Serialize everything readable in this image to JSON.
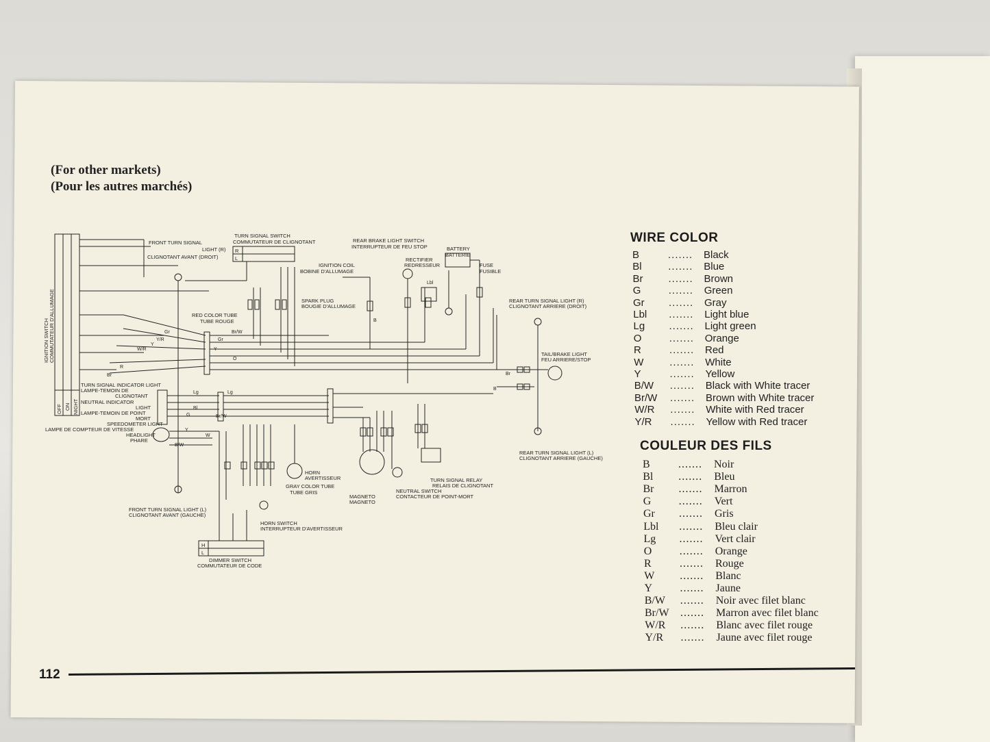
{
  "page": {
    "headline_en": "(For other markets)",
    "headline_fr": "(Pour les autres marchés)",
    "page_number": "112"
  },
  "colors": {
    "paper": "#f3f0e2",
    "ink": "#1e1e1e",
    "line": "#222222"
  },
  "diagram": {
    "labels": {
      "front_turn_r": "FRONT TURN SIGNAL",
      "front_turn_r2": "LIGHT (R)",
      "front_turn_r_fr": "CLIGNOTANT AVANT (DROIT)",
      "turn_switch": "TURN SIGNAL SWITCH",
      "turn_switch_fr": "COMMUTATEUR DE CLIGNOTANT",
      "rear_brake_switch": "REAR BRAKE LIGHT SWITCH",
      "rear_brake_switch_fr": "INTERRUPTEUR DE FEU STOP",
      "battery": "BATTERY",
      "battery_fr": "BATTERIE",
      "rectifier": "RECTIFIER",
      "rectifier_fr": "REDRESSEUR",
      "fuse": "FUSE",
      "fuse_fr": "FUSIBLE",
      "ignition_coil": "IGNITION COIL",
      "ignition_coil_fr": "BOBINE D'ALLUMAGE",
      "spark_plug": "SPARK PLUG",
      "spark_plug_fr": "BOUGIE D'ALLUMAGE",
      "red_tube": "RED COLOR TUBE",
      "red_tube_fr": "TUBE ROUGE",
      "rear_turn_r": "REAR TURN SIGNAL LIGHT (R)",
      "rear_turn_r_fr": "CLIGNOTANT ARRIERE (DROIT)",
      "tail_light": "TAIL/BRAKE LIGHT",
      "tail_light_fr": "FEU ARRIERE/STOP",
      "ignition_switch": "IGNITION SWITCH",
      "ignition_switch_fr": "COMMUTATEUR D'ALLUMAGE",
      "off": "OFF",
      "on": "ON",
      "night": "NIGHT",
      "turn_indicator": "TURN SIGNAL INDICATOR LIGHT",
      "turn_indicator_fr1": "LAMPE-TEMOIN DE",
      "turn_indicator_fr2": "CLIGNOTANT",
      "neutral_indicator": "NEUTRAL INDICATOR",
      "neutral_indicator2": "LIGHT",
      "neutral_indicator_fr1": "LAMPE-TEMOIN DE POINT",
      "neutral_indicator_fr2": "MORT",
      "speedometer_light": "SPEEDOMETER LIGHT",
      "speedometer_light_fr": "LAMPE DE COMPTEUR DE VITESSE",
      "headlight": "HEADLIGHT",
      "headlight_fr": "PHARE",
      "horn": "HORN",
      "horn_fr": "AVERTISSEUR",
      "gray_tube": "GRAY COLOR TUBE",
      "gray_tube_fr": "TUBE GRIS",
      "magneto": "MAGNETO",
      "magneto_fr": "MAGNETO",
      "neutral_switch": "NEUTRAL SWITCH",
      "neutral_switch_fr": "CONTACTEUR DE POINT-MORT",
      "relay": "TURN SIGNAL RELAY",
      "relay_fr": "RELAIS DE CLIGNOTANT",
      "rear_turn_l": "REAR TURN SIGNAL LIGHT (L)",
      "rear_turn_l_fr": "CLIGNOTANT ARRIERE (GAUCHE)",
      "front_turn_l": "FRONT TURN SIGNAL LIGHT (L)",
      "front_turn_l_fr": "CLIGNOTANT AVANT (GAUCHE)",
      "horn_switch": "HORN SWITCH",
      "horn_switch_fr": "INTERRUPTEUR D'AVERTISSEUR",
      "dimmer_switch": "DIMMER SWITCH",
      "dimmer_switch_fr": "COMMUTATEUR DE CODE",
      "r": "R",
      "l": "L",
      "h": "H",
      "l2": "L",
      "w_gr": "Gr",
      "w_yr": "Y/R",
      "w_wr": "W/R",
      "w_y": "Y",
      "w_r": "R",
      "w_br": "Br",
      "w_brw": "Br/W",
      "w_gr2": "Gr",
      "w_y2": "Y",
      "w_o": "O",
      "w_lg": "Lg",
      "w_lg2": "Lg",
      "w_bl": "Bl",
      "w_g": "G",
      "w_brw2": "Br/W",
      "w_bw": "B/W",
      "w_y3": "Y",
      "w_w": "W",
      "w_lbl": "Lbl",
      "w_b": "B",
      "w_brr": "Br",
      "w_b2": "B"
    }
  },
  "wire_color": {
    "title": "WIRE COLOR",
    "dots": ".......",
    "items": [
      {
        "code": "B",
        "name": "Black"
      },
      {
        "code": "Bl",
        "name": "Blue"
      },
      {
        "code": "Br",
        "name": "Brown"
      },
      {
        "code": "G",
        "name": "Green"
      },
      {
        "code": "Gr",
        "name": "Gray"
      },
      {
        "code": "Lbl",
        "name": "Light blue"
      },
      {
        "code": "Lg",
        "name": "Light green"
      },
      {
        "code": "O",
        "name": "Orange"
      },
      {
        "code": "R",
        "name": "Red"
      },
      {
        "code": "W",
        "name": "White"
      },
      {
        "code": "Y",
        "name": "Yellow"
      },
      {
        "code": "B/W",
        "name": "Black with White tracer"
      },
      {
        "code": "Br/W",
        "name": "Brown with White tracer"
      },
      {
        "code": "W/R",
        "name": "White with Red tracer"
      },
      {
        "code": "Y/R",
        "name": "Yellow with Red tracer"
      }
    ]
  },
  "couleur_fils": {
    "title": "COULEUR DES FILS",
    "dots": ".......",
    "items": [
      {
        "code": "B",
        "name": "Noir"
      },
      {
        "code": "Bl",
        "name": "Bleu"
      },
      {
        "code": "Br",
        "name": "Marron"
      },
      {
        "code": "G",
        "name": "Vert"
      },
      {
        "code": "Gr",
        "name": "Gris"
      },
      {
        "code": "Lbl",
        "name": "Bleu clair"
      },
      {
        "code": "Lg",
        "name": "Vert clair"
      },
      {
        "code": "O",
        "name": "Orange"
      },
      {
        "code": "R",
        "name": "Rouge"
      },
      {
        "code": "W",
        "name": "Blanc"
      },
      {
        "code": "Y",
        "name": "Jaune"
      },
      {
        "code": "B/W",
        "name": "Noir avec filet blanc"
      },
      {
        "code": "Br/W",
        "name": "Marron avec filet blanc"
      },
      {
        "code": "W/R",
        "name": "Blanc avec filet rouge"
      },
      {
        "code": "Y/R",
        "name": "Jaune avec filet rouge"
      }
    ]
  }
}
